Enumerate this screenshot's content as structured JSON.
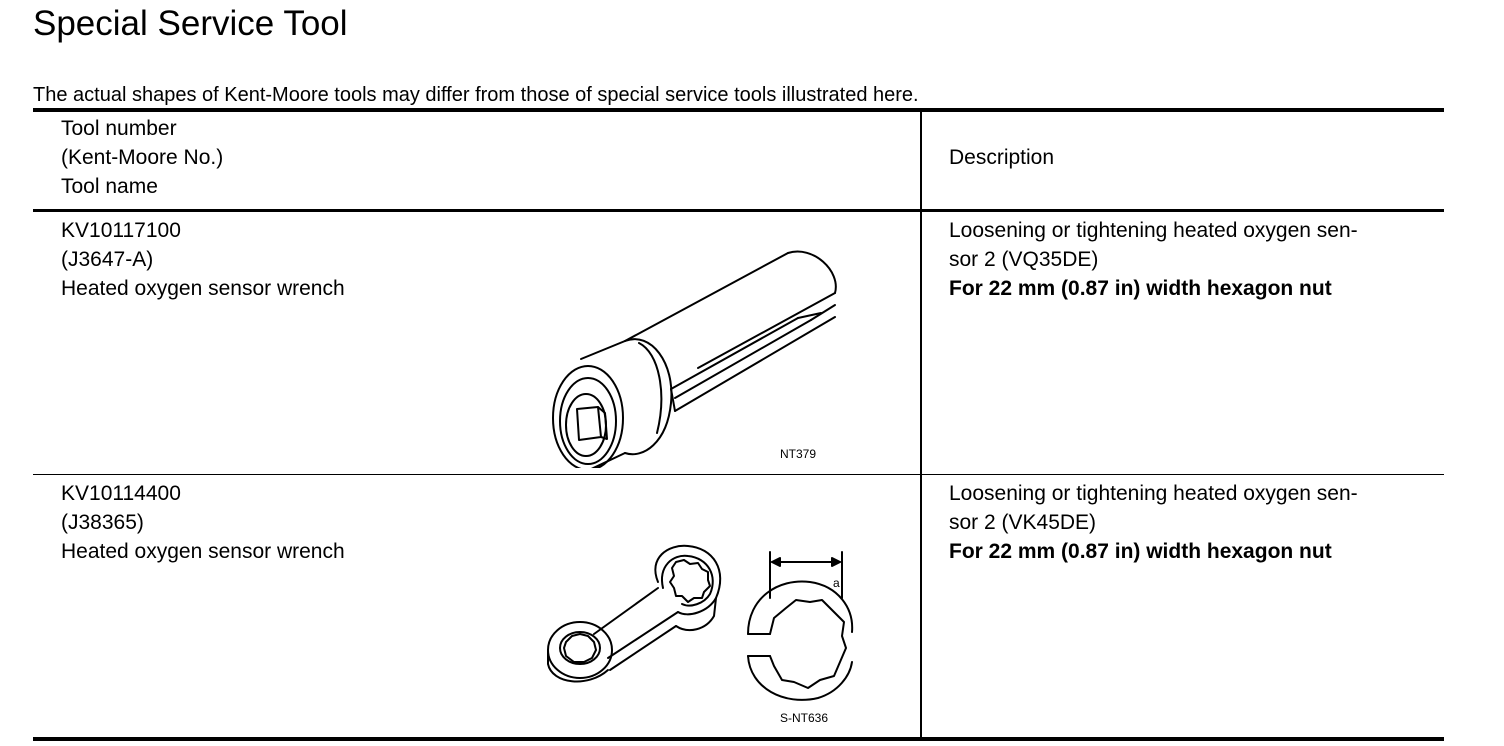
{
  "page": {
    "title": "Special Service Tool",
    "note": "The actual shapes of Kent-Moore tools may differ from those of special service tools illustrated here."
  },
  "header": {
    "tool_col": [
      "Tool number",
      "(Kent-Moore No.)",
      "Tool name"
    ],
    "desc_col": "Description"
  },
  "tools": [
    {
      "tool_number": "KV10117100",
      "kent_moore": "(J3647-A)",
      "tool_name": "Heated oxygen sensor wrench",
      "figure_code": "NT379",
      "desc_line1": "Loosening or tightening heated oxygen sen-",
      "desc_line2": "sor 2 (VQ35DE)",
      "desc_bold": "For 22 mm (0.87 in) width hexagon nut"
    },
    {
      "tool_number": "KV10114400",
      "kent_moore": "(J38365)",
      "tool_name": "Heated oxygen sensor wrench",
      "figure_code": "S-NT636",
      "dimension_label": "a",
      "desc_line1": "Loosening or tightening heated oxygen sen-",
      "desc_line2": "sor 2 (VK45DE)",
      "desc_bold": "For 22 mm (0.87 in) width hexagon nut"
    }
  ]
}
